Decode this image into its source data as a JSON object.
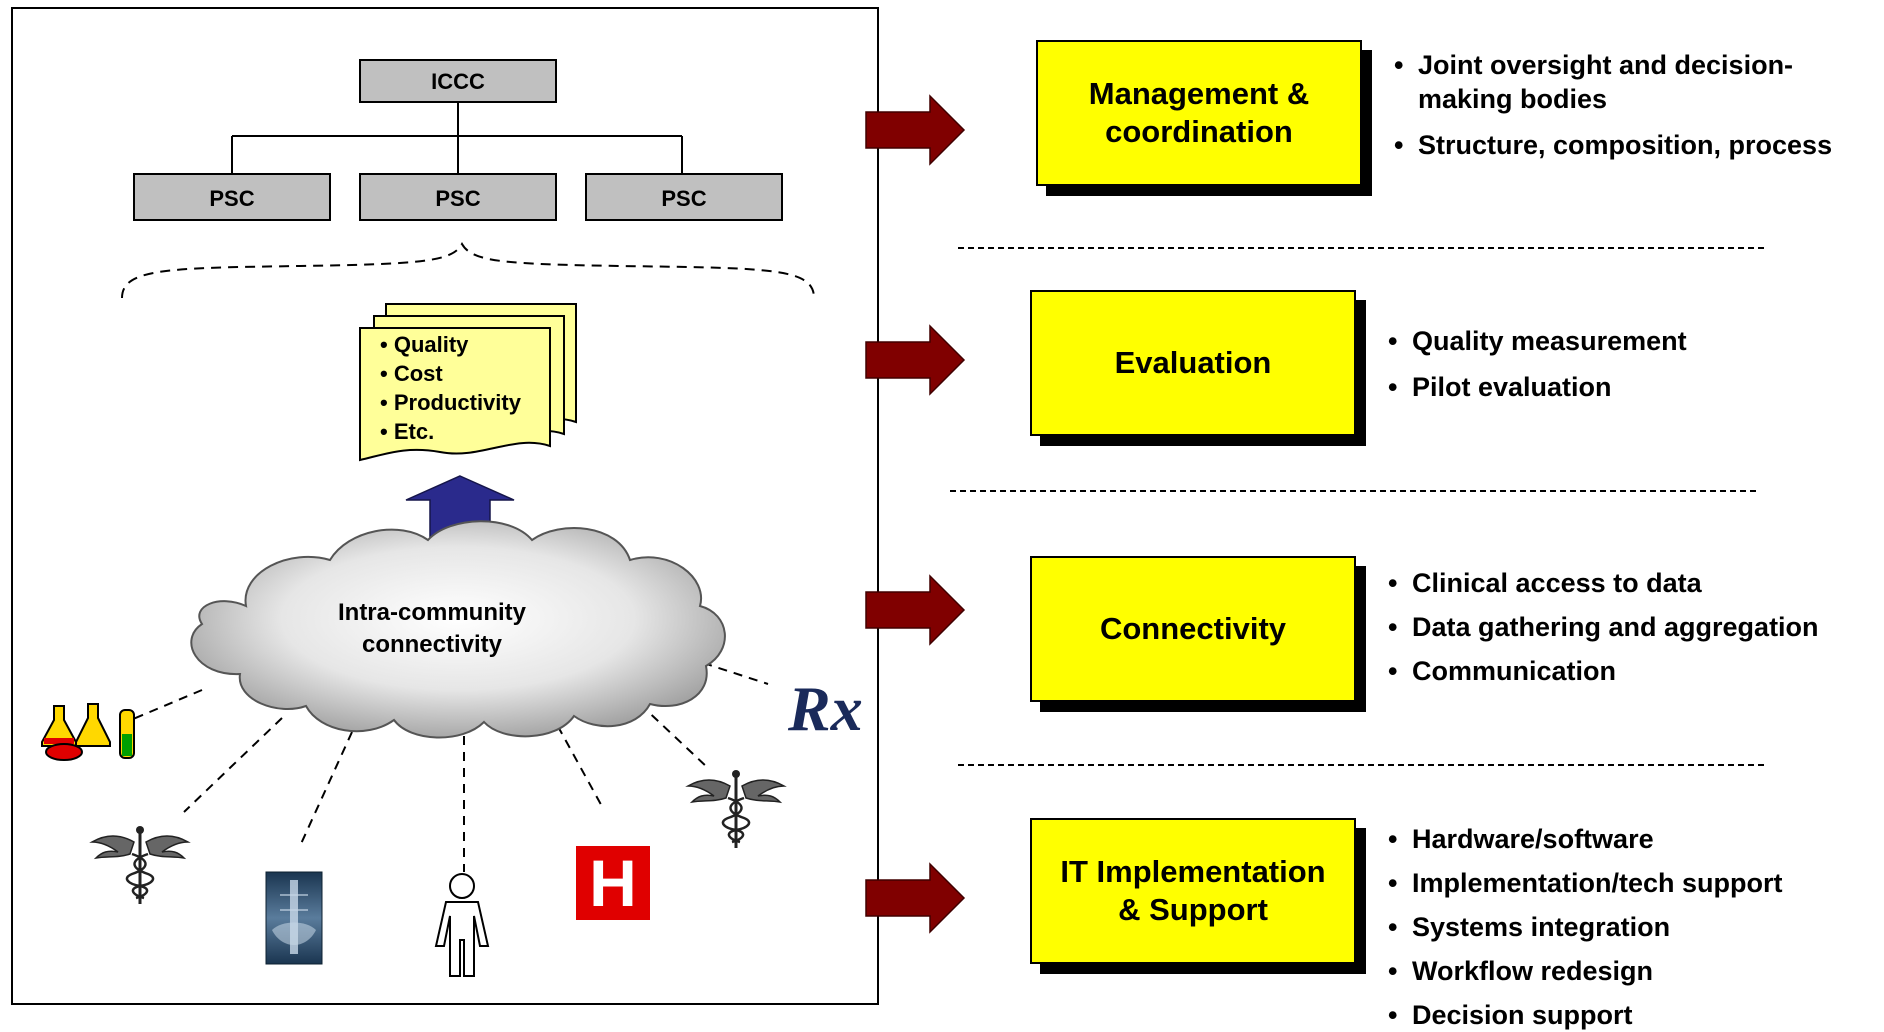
{
  "hierarchy": {
    "top": "ICCC",
    "children": [
      "PSC",
      "PSC",
      "PSC"
    ]
  },
  "metrics_doc": {
    "items": [
      "Quality",
      "Cost",
      "Productivity",
      "Etc."
    ]
  },
  "cloud": {
    "line1": "Intra-community",
    "line2": "connectivity"
  },
  "icons": [
    "lab-flasks-icon",
    "caduceus-icon",
    "xray-icon",
    "patient-icon",
    "hospital-icon",
    "caduceus-icon",
    "rx-icon"
  ],
  "hospital_letter": "H",
  "rx_text": "Rx",
  "sections": [
    {
      "title_lines": [
        "Management &",
        "coordination"
      ],
      "bullets": [
        "Joint oversight and decision-making bodies",
        "Structure, composition, process"
      ]
    },
    {
      "title_lines": [
        "Evaluation"
      ],
      "bullets": [
        "Quality measurement",
        "Pilot evaluation"
      ]
    },
    {
      "title_lines": [
        "Connectivity"
      ],
      "bullets": [
        "Clinical access to data",
        "Data gathering and aggregation",
        "Communication"
      ]
    },
    {
      "title_lines": [
        "IT Implementation",
        "& Support"
      ],
      "bullets": [
        "Hardware/software",
        "Implementation/tech support",
        "Systems integration",
        "Workflow redesign",
        "Decision support"
      ]
    }
  ],
  "colors": {
    "box_yellow": "#ffff00",
    "arrow_red": "#800000",
    "up_arrow_blue": "#2a2a8c",
    "doc_yellow": "#ffff99",
    "hier_gray": "#c0c0c0",
    "hospital_red": "#e00000"
  }
}
